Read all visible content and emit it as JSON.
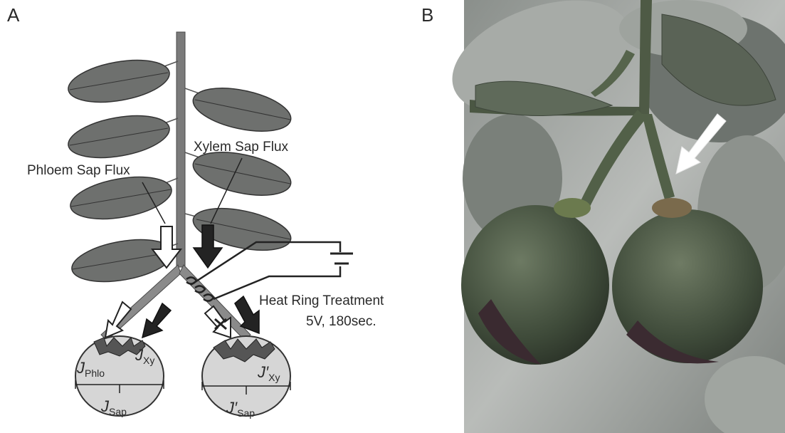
{
  "panels": {
    "a": "A",
    "b": "B"
  },
  "labels": {
    "phloem_flux": "Phloem Sap Flux",
    "xylem_flux": "Xylem Sap Flux",
    "heat_ring": "Heat Ring Treatment",
    "heat_params": "5V, 180sec."
  },
  "fluxes": {
    "left_top": {
      "main": "J",
      "sub": "Phlo"
    },
    "left_xy": {
      "main": "J",
      "sub": "Xy"
    },
    "left_sap": {
      "main": "J",
      "sub": "Sap"
    },
    "right_xy": {
      "main": "J′",
      "sub": "Xy"
    },
    "right_sap": {
      "main": "J′",
      "sub": "Sap"
    }
  },
  "colors": {
    "leaf": "#6e706e",
    "stem": "#7a7a7a",
    "fruit": "#d6d6d6",
    "dark_arrow": "#232323"
  },
  "photo": {
    "subject": "two green citrus fruits on branch",
    "arrow_icon": "white-arrow-icon"
  }
}
